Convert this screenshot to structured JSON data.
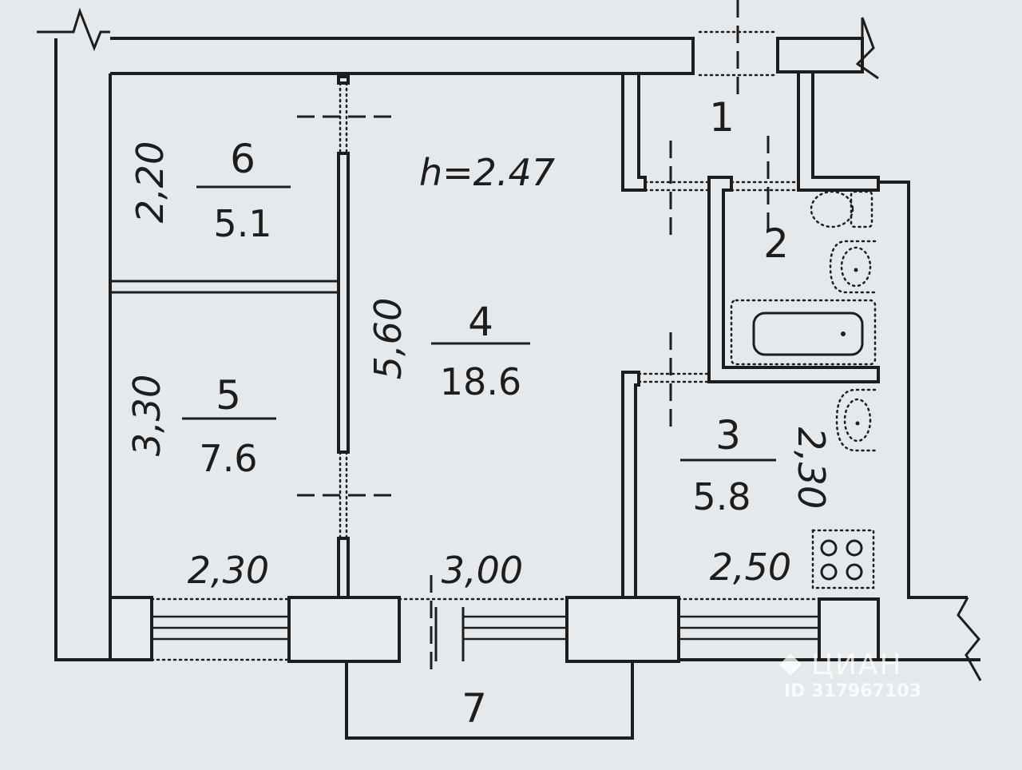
{
  "plan": {
    "ceiling_height": "h=2.47",
    "rooms": [
      {
        "number": "1"
      },
      {
        "number": "2"
      },
      {
        "number": "3",
        "area": "5.8"
      },
      {
        "number": "4",
        "area": "18.6"
      },
      {
        "number": "5",
        "area": "7.6"
      },
      {
        "number": "6",
        "area": "5.1"
      },
      {
        "number": "7"
      }
    ],
    "dimensions": {
      "room6_height": "2,20",
      "room5_height": "3,30",
      "room4_height": "5,60",
      "room3_height": "2,30",
      "room5_width": "2,30",
      "room4_width": "3,00",
      "room3_width": "2,50"
    }
  },
  "watermark": {
    "brand": "ЦИАН",
    "listing_id": "ID 317967103"
  }
}
